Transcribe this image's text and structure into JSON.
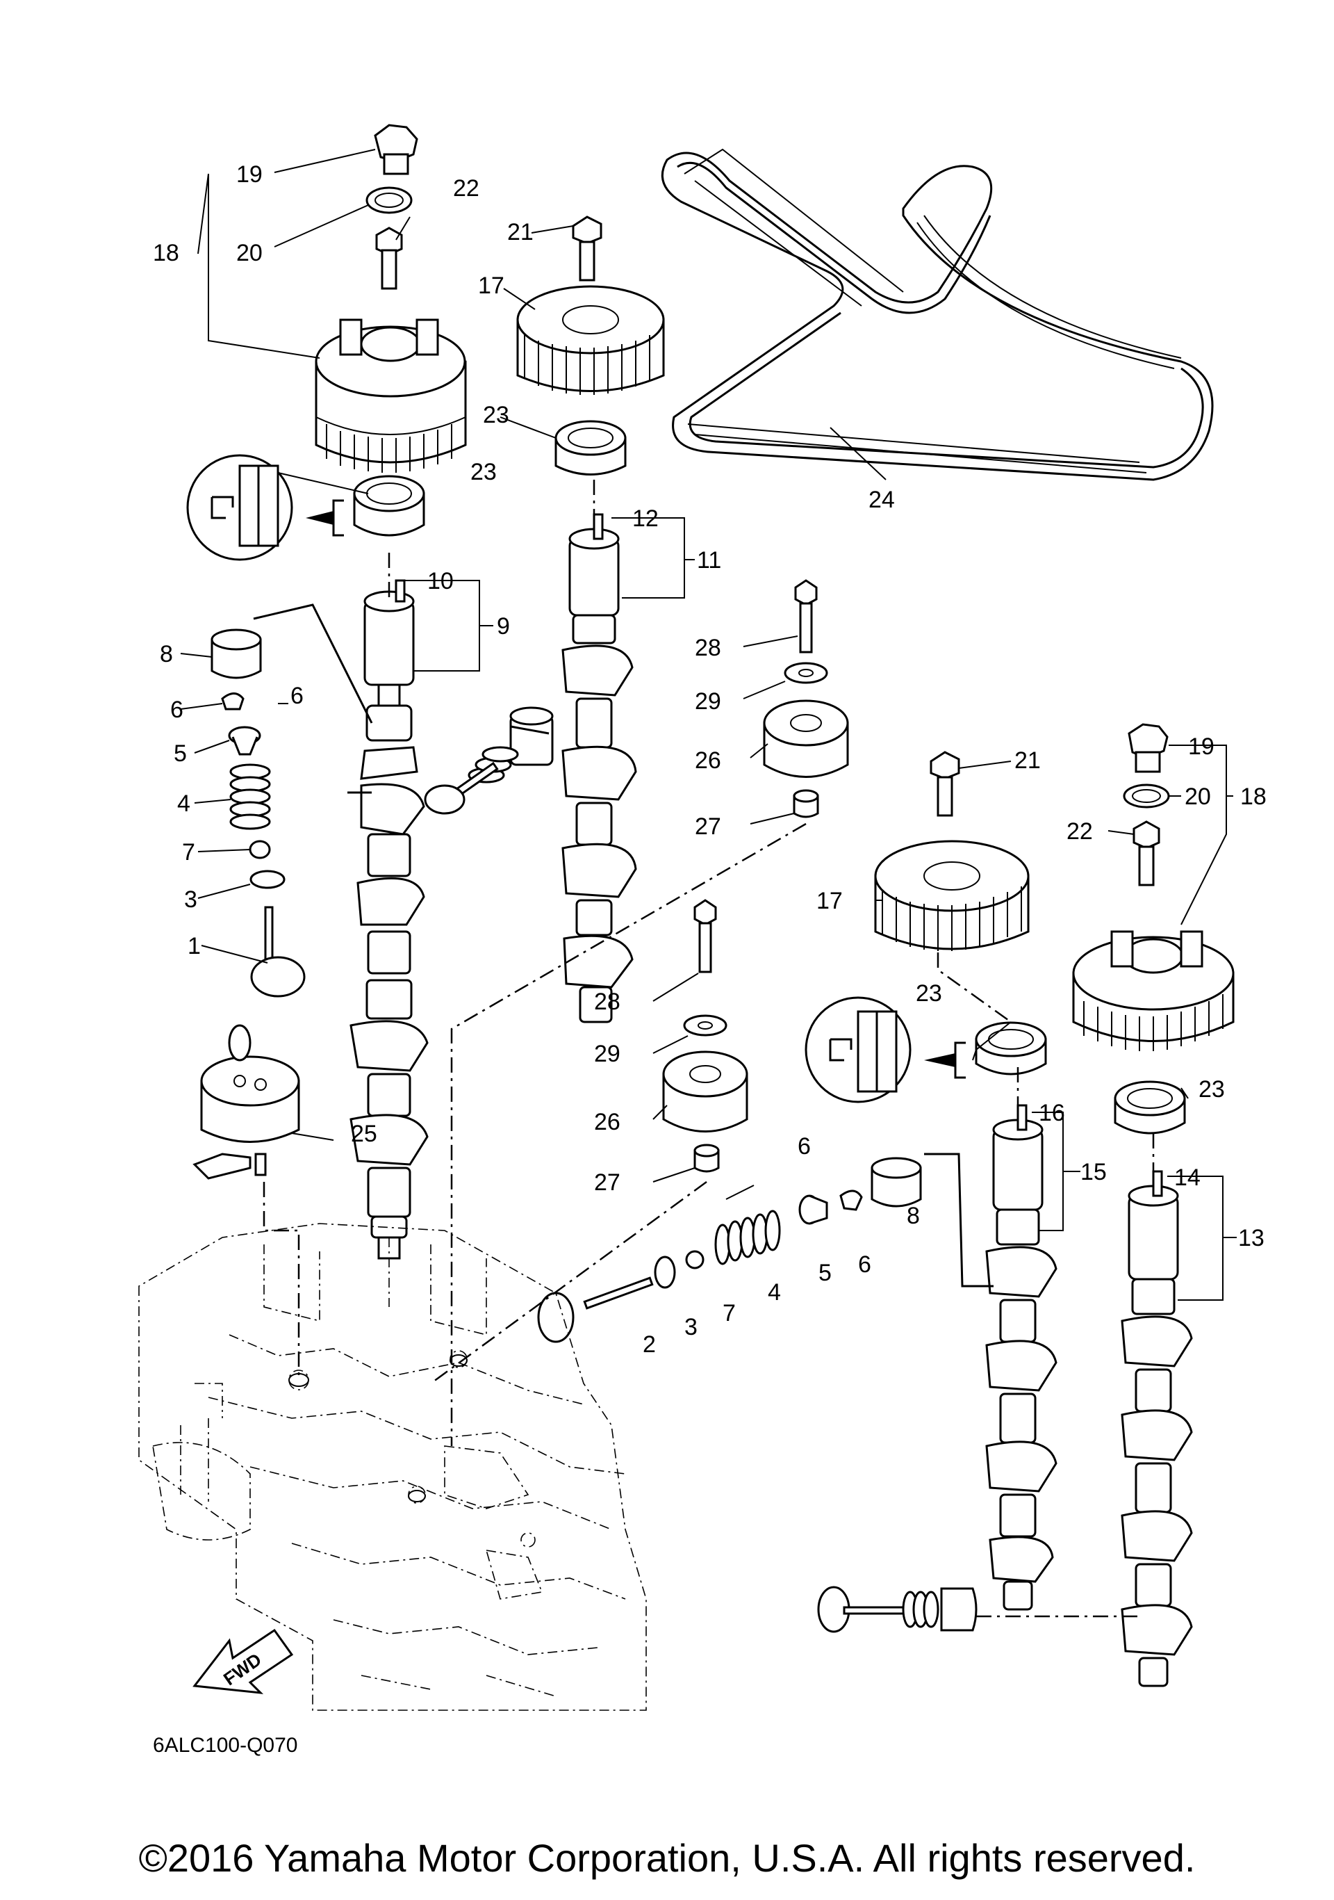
{
  "diagram": {
    "code": "6ALC100-Q070",
    "fwd_label": "FWD",
    "copyright": "©2016 Yamaha Motor Corporation, U.S.A. All rights reserved.",
    "callouts": {
      "n1": "1",
      "n2": "2",
      "n3": "3",
      "n3b": "3",
      "n4": "4",
      "n4b": "4",
      "n5": "5",
      "n5b": "5",
      "n6a": "6",
      "n6b": "6",
      "n6c": "6",
      "n6d": "6",
      "n7": "7",
      "n7b": "7",
      "n8": "8",
      "n8b": "8",
      "n9": "9",
      "n10": "10",
      "n11": "11",
      "n12": "12",
      "n13": "13",
      "n14": "14",
      "n15": "15",
      "n16": "16",
      "n17": "17",
      "n17b": "17",
      "n18": "18",
      "n18b": "18",
      "n19": "19",
      "n19b": "19",
      "n20": "20",
      "n20b": "20",
      "n21": "21",
      "n21b": "21",
      "n22": "22",
      "n22b": "22",
      "n23a": "23",
      "n23b": "23",
      "n23c": "23",
      "n23d": "23",
      "n24": "24",
      "n25": "25",
      "n26": "26",
      "n26b": "26",
      "n27": "27",
      "n27b": "27",
      "n28": "28",
      "n28b": "28",
      "n29": "29",
      "n29b": "29"
    }
  }
}
